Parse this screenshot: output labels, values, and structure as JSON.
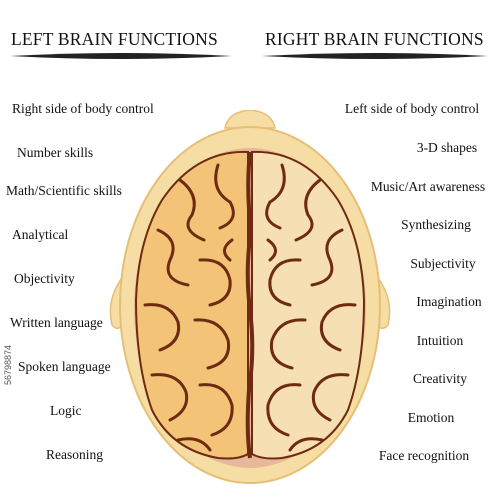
{
  "headings": {
    "left": "LEFT BRAIN FUNCTIONS",
    "right": "RIGHT BRAIN FUNCTIONS"
  },
  "left_functions": [
    "Right side of body control",
    "Number skills",
    "Math/Scientific skills",
    "Analytical",
    "Objectivity",
    "Written language",
    "Spoken language",
    "Logic",
    "Reasoning"
  ],
  "right_functions": [
    "Left side of body control",
    "3-D shapes",
    "Music/Art awareness",
    "Synthesizing",
    "Subjectivity",
    "Imagination",
    "Intuition",
    "Creativity",
    "Emotion",
    "Face recognition"
  ],
  "watermark": "56798874",
  "colors": {
    "head_fill": "#f5dda4",
    "head_stroke": "#e6bf76",
    "scalp": "#e8b89a",
    "left_hemisphere": "#f3c477",
    "right_hemisphere": "#f6dfb3",
    "sulci": "#6e2b12",
    "text": "#111111"
  }
}
